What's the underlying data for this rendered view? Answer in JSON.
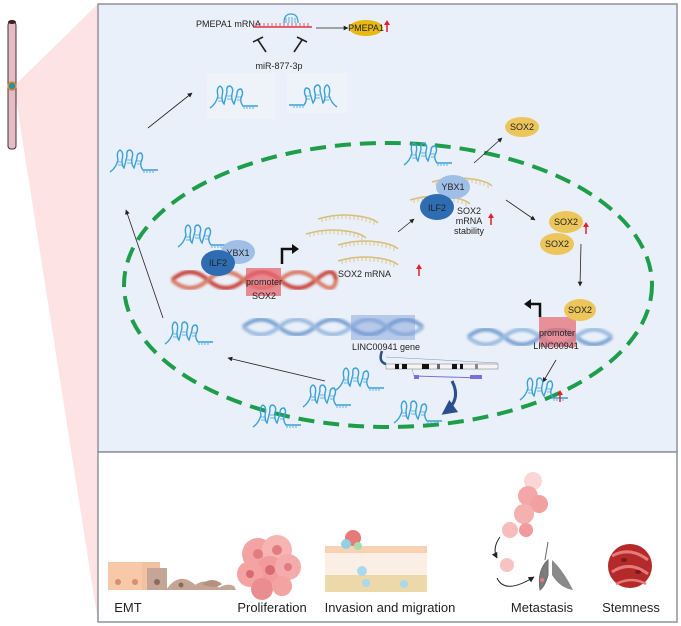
{
  "figure": {
    "title": "LINC00941 / ILF2 / YBX1 / SOX2 regulatory loop",
    "colors": {
      "panel_bg": "#eaf0f9",
      "panel_border": "#8e939b",
      "zoom_wedge": "#fde3e3",
      "nucleus_dash": "#1e9e4a",
      "sox2_fill": "#ecc65a",
      "pmepa1_fill": "#e8b912",
      "ilf2_fill": "#2f6db3",
      "ybx1_fill": "#9fbfe6",
      "promoter_fill": "#e6676f",
      "dna_red": "#c9473e",
      "dna_blue": "#7aa3d3",
      "rna_blue": "#39a0d8",
      "mrna_tan": "#d9bd7b",
      "up_arrow": "#e0202c"
    }
  },
  "cytoplasm": {
    "pmepa1_mrna_label": "PMEPA1 mRNA",
    "pmepa1_protein_label": "PMEPA1",
    "mirna_label": "miR-877-3p",
    "sox2_cytoplasm_label": "SOX2"
  },
  "nucleus": {
    "ilf2_label": "ILF2",
    "ybx1_label": "YBX1",
    "promoter_label": "promoter",
    "sox2_gene_label": "SOX2",
    "sox2_mrna_label": "SOX2 mRNA",
    "stability_label_1": "SOX2",
    "stability_label_2": "mRNA",
    "stability_label_3": "stability",
    "sox2_protein_label": "SOX2",
    "linc_gene_label": "LINC00941  gene",
    "linc_promoter_label": "promoter",
    "linc_promoter_gene_label": "LINC00941"
  },
  "phenotypes": [
    {
      "label": "EMT"
    },
    {
      "label": "Proliferation"
    },
    {
      "label": "Invasion and migration"
    },
    {
      "label": "Metastasis"
    },
    {
      "label": "Stemness"
    }
  ]
}
